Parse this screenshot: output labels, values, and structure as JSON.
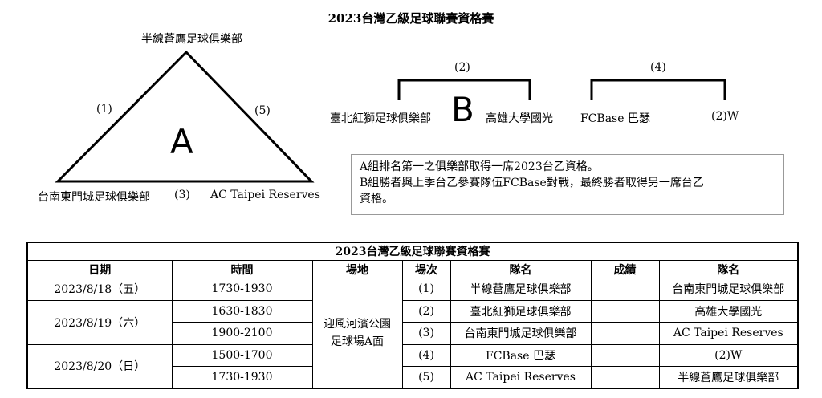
{
  "title": "2023台灣乙級足球聯賽資格賽",
  "group_a": {
    "letter": "A",
    "top_team": "半線蒼鷹足球俱樂部",
    "left_team": "台南東門城足球俱樂部",
    "right_team": "AC Taipei Reserves",
    "left_match": "(1)",
    "right_match": "(5)",
    "bottom_match": "(3)"
  },
  "group_b": {
    "letter": "B",
    "left_team": "臺北紅獅足球俱樂部",
    "right_team": "高雄大學國光",
    "match": "(2)"
  },
  "playoff": {
    "left_team": "FCBase 巴瑟",
    "right_team": "(2)W",
    "match": "(4)"
  },
  "note_lines": [
    "A組排名第一之俱樂部取得一席2023台乙資格。",
    "B組勝者與上季台乙參賽隊伍FCBase對戰，最終勝者取得另一席台乙",
    "資格。"
  ],
  "schedule": {
    "title": "2023台灣乙級足球聯賽資格賽",
    "headers": [
      "日期",
      "時間",
      "場地",
      "場次",
      "隊名",
      "成績",
      "隊名"
    ],
    "venue": [
      "迎風河濱公園",
      "足球場A面"
    ],
    "dates": [
      "2023/8/18（五）",
      "2023/8/19（六）",
      "2023/8/20（日）"
    ],
    "rows": [
      {
        "time": "1730-1930",
        "match": "(1)",
        "home": "半線蒼鷹足球俱樂部",
        "score": "",
        "away": "台南東門城足球俱樂部"
      },
      {
        "time": "1630-1830",
        "match": "(2)",
        "home": "臺北紅獅足球俱樂部",
        "score": "",
        "away": "高雄大學國光"
      },
      {
        "time": "1900-2100",
        "match": "(3)",
        "home": "台南東門城足球俱樂部",
        "score": "",
        "away": "AC Taipei Reserves"
      },
      {
        "time": "1500-1700",
        "match": "(4)",
        "home": "FCBase 巴瑟",
        "score": "",
        "away": "(2)W"
      },
      {
        "time": "1730-1930",
        "match": "(5)",
        "home": "AC Taipei Reserves",
        "score": "",
        "away": "半線蒼鷹足球俱樂部"
      }
    ]
  }
}
